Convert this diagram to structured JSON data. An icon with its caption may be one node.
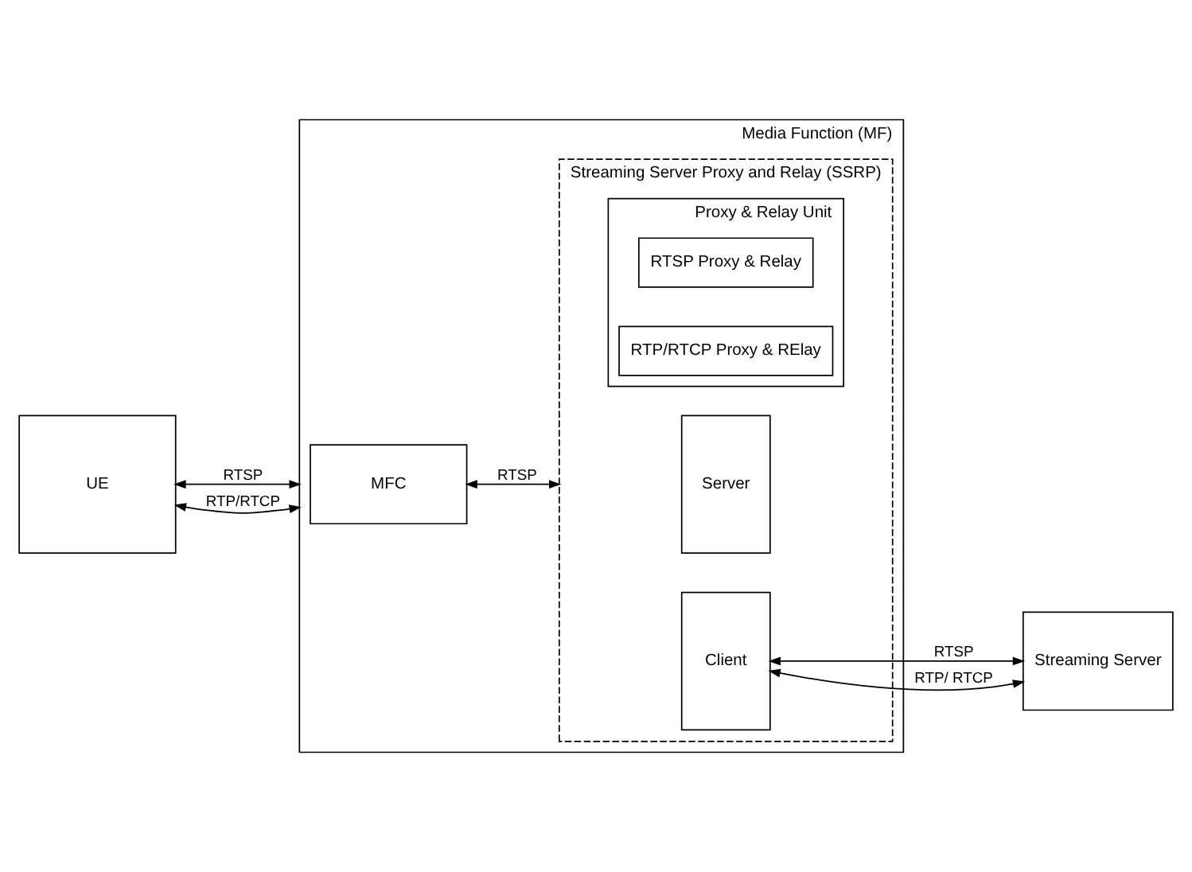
{
  "diagram": {
    "nodes": [
      {
        "text": [
          "Media Function (MF)"
        ]
      },
      {
        "text": [
          "MFC"
        ],
        "in": 0
      },
      {
        "text": [
          "Streaming Server Proxy and Relay (SSRP)"
        ],
        "in": 0
      },
      {
        "text": [
          "Server"
        ],
        "in": 2
      },
      {
        "text": [
          "Proxy & Relay Unit"
        ],
        "in": 2
      },
      {
        "text": [
          "RTSP Proxy & Relay"
        ],
        "in": 4
      },
      {
        "text": [
          "RTP/RTCP Proxy & RElay"
        ],
        "in": 4
      },
      {
        "text": [
          "Client"
        ],
        "in": 2
      },
      {
        "text": [
          "UE"
        ]
      },
      {
        "text": [
          "Streaming Server"
        ]
      }
    ],
    "edges": [
      {
        "from": 1,
        "to": 2,
        "arrow": "both",
        "label": "RTSP"
      },
      {
        "from": 8,
        "to": 0,
        "arrow": "both",
        "label": "RTSP"
      },
      {
        "from": 8,
        "to": 0,
        "arrow": "both",
        "label": "RTP/RTCP"
      },
      {
        "from": 7,
        "to": 9,
        "arrow": "both",
        "label": "RTSP"
      },
      {
        "from": 7,
        "to": 9,
        "arrow": "both",
        "label": "RTP/ RTCP"
      }
    ]
  }
}
